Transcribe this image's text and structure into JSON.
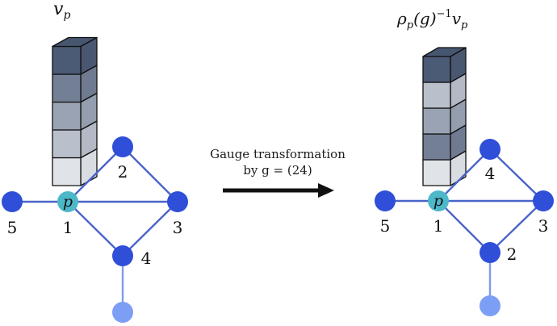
{
  "colors": {
    "node": "#2f4fd8",
    "node_light": "#7d9ef5",
    "node_p": "#4cb8c8",
    "edge": "#4a64c8",
    "edge_light": "#7f9bec",
    "arrow": "#111111",
    "cube_shades": [
      "#e0e3e8",
      "#b9bfcb",
      "#9aa3b3",
      "#737f95",
      "#4b5a75"
    ]
  },
  "left_panel": {
    "title": "v_p",
    "title_main": "v",
    "title_sub": "p",
    "vector_blocks_bottom_to_top": [
      0,
      1,
      2,
      3,
      4
    ],
    "node_p_label": "p",
    "graph_labels": {
      "n1": "1",
      "n2": "2",
      "n3": "3",
      "n4": "4",
      "n5": "5"
    }
  },
  "transformation": {
    "line1": "Gauge transformation",
    "line2": "by g = (24)"
  },
  "right_panel": {
    "title": "ρ_p(g)^{-1} v_p",
    "title_rho": "ρ",
    "title_rho_sub": "p",
    "title_mid": "(g)",
    "title_sup": "−1",
    "title_v": "v",
    "title_v_sub": "p",
    "vector_blocks_bottom_to_top": [
      0,
      3,
      2,
      1,
      4
    ],
    "node_p_label": "p",
    "graph_labels": {
      "n1": "1",
      "n2": "4",
      "n3": "3",
      "n4": "2",
      "n5": "5"
    }
  }
}
